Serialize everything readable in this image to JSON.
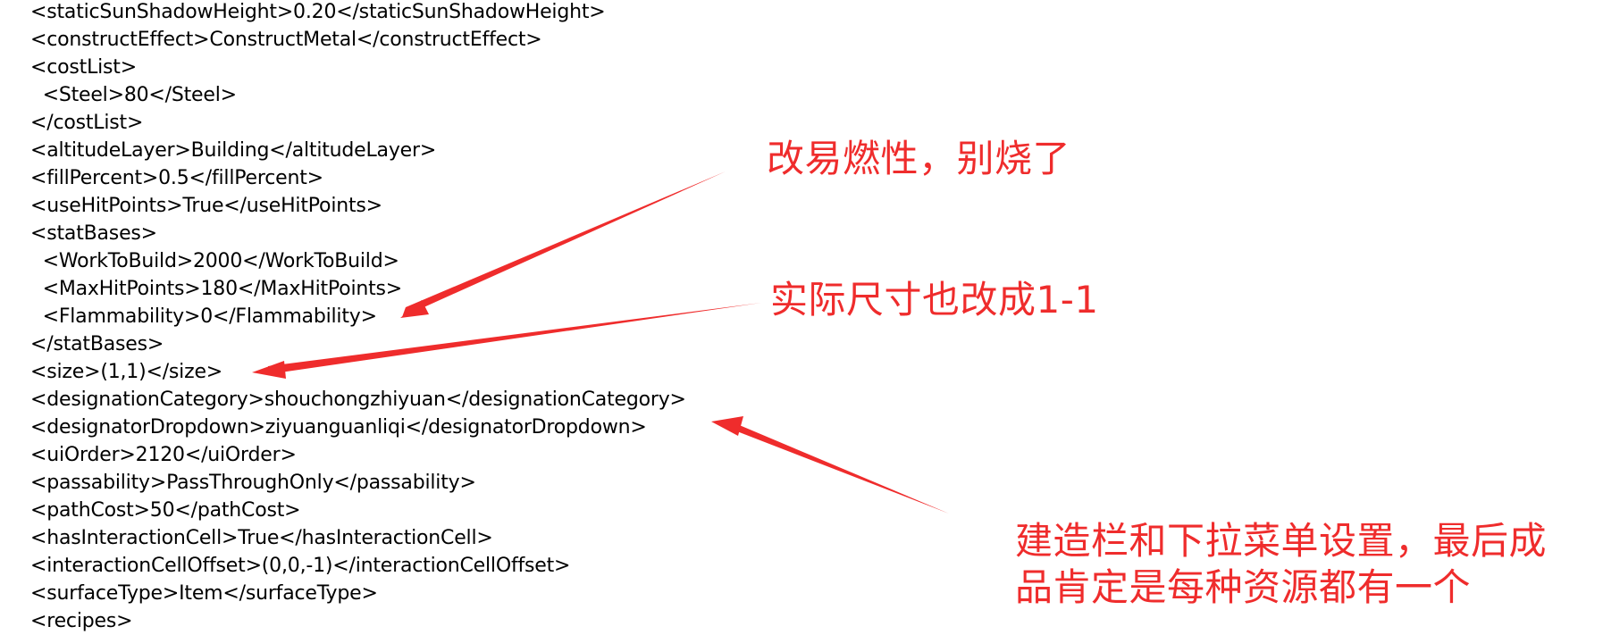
{
  "code_lines": [
    "<staticSunShadowHeight>0.20</staticSunShadowHeight>",
    "<constructEffect>ConstructMetal</constructEffect>",
    "<costList>",
    "  <Steel>80</Steel>",
    "</costList>",
    "<altitudeLayer>Building</altitudeLayer>",
    "<fillPercent>0.5</fillPercent>",
    "<useHitPoints>True</useHitPoints>",
    "<statBases>",
    "  <WorkToBuild>2000</WorkToBuild>",
    "  <MaxHitPoints>180</MaxHitPoints>",
    "  <Flammability>0</Flammability>",
    "</statBases>",
    "<size>(1,1)</size>",
    "<designationCategory>shouchongzhiyuan</designationCategory>",
    "<designatorDropdown>ziyuanguanliqi</designatorDropdown>",
    "<uiOrder>2120</uiOrder>",
    "<passability>PassThroughOnly</passability>",
    "<pathCost>50</pathCost>",
    "<hasInteractionCell>True</hasInteractionCell>",
    "<interactionCellOffset>(0,0,-1)</interactionCellOffset>",
    "<surfaceType>Item</surfaceType>",
    "<recipes>"
  ],
  "annotations": {
    "flammability": "改易燃性，别烧了",
    "size": "实际尺寸也改成1-1",
    "designation_line1": "建造栏和下拉菜单设置，最后成",
    "designation_line2": "品肯定是每种资源都有一个"
  },
  "colors": {
    "annotation": "#ef2c2c",
    "code_text": "#000000",
    "background": "#ffffff"
  }
}
